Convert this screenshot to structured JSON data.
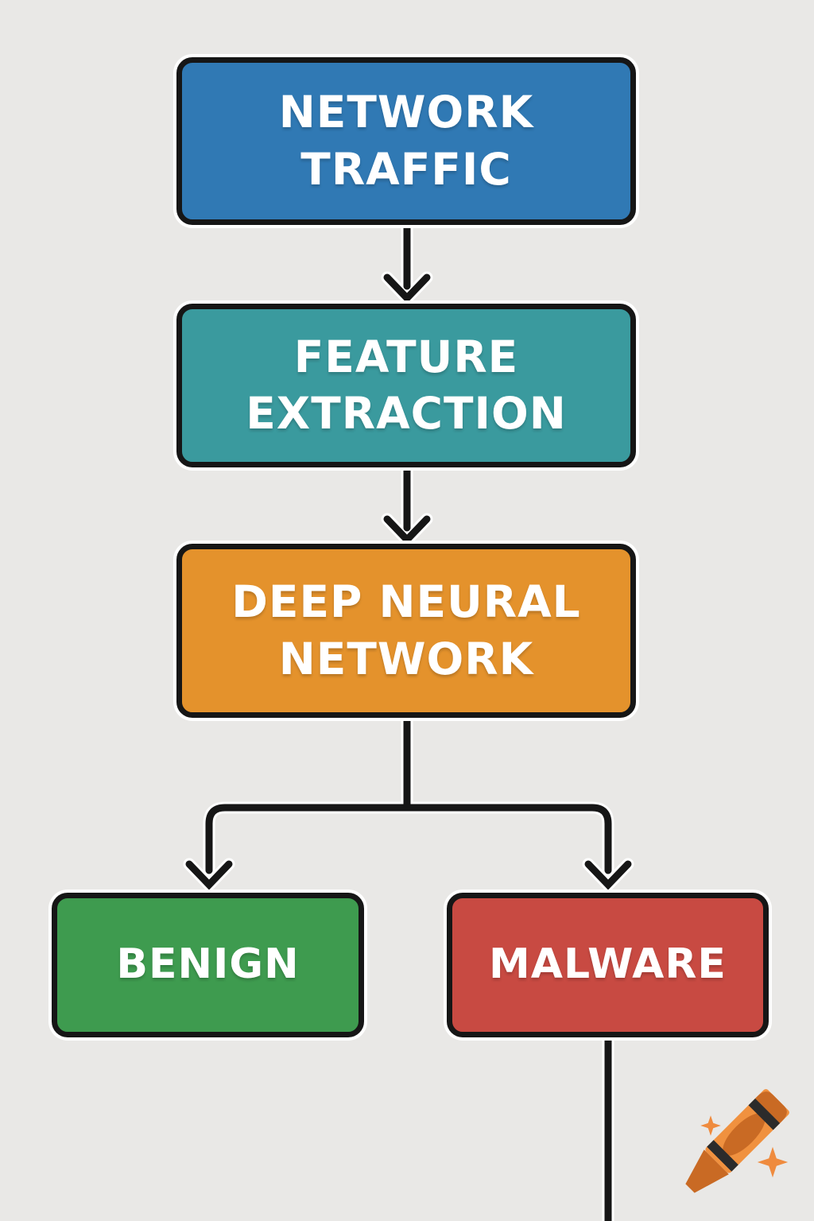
{
  "diagram": {
    "background": "#e9e8e6",
    "line_color": "#161616",
    "line_halo": "#ffffff",
    "text_color": "#ffffff",
    "nodes": [
      {
        "id": "network-traffic",
        "label": "NETWORK TRAFFIC",
        "color": "#3079b4"
      },
      {
        "id": "feature-extraction",
        "label": "FEATURE EXTRACTION",
        "color": "#3a9a9e"
      },
      {
        "id": "deep-neural-network",
        "label": "DEEP NEURAL NETWORK",
        "color": "#e4922c"
      },
      {
        "id": "benign",
        "label": "BENIGN",
        "color": "#3e9b4f"
      },
      {
        "id": "malware",
        "label": "MALWARE",
        "color": "#c84a42"
      }
    ],
    "edges": [
      {
        "from": "network-traffic",
        "to": "feature-extraction",
        "style": "arrow"
      },
      {
        "from": "feature-extraction",
        "to": "deep-neural-network",
        "style": "arrow"
      },
      {
        "from": "deep-neural-network",
        "to": "benign",
        "style": "arrow"
      },
      {
        "from": "deep-neural-network",
        "to": "malware",
        "style": "arrow"
      },
      {
        "from": "malware",
        "to": "offscreen-bottom",
        "style": "line"
      }
    ]
  },
  "watermark": {
    "icon": "crayon-icon",
    "crayon_body": "#f0913f",
    "crayon_dark": "#c96a24",
    "crayon_stripe": "#2b2b2b",
    "sparkle": "#ef8b3e"
  }
}
